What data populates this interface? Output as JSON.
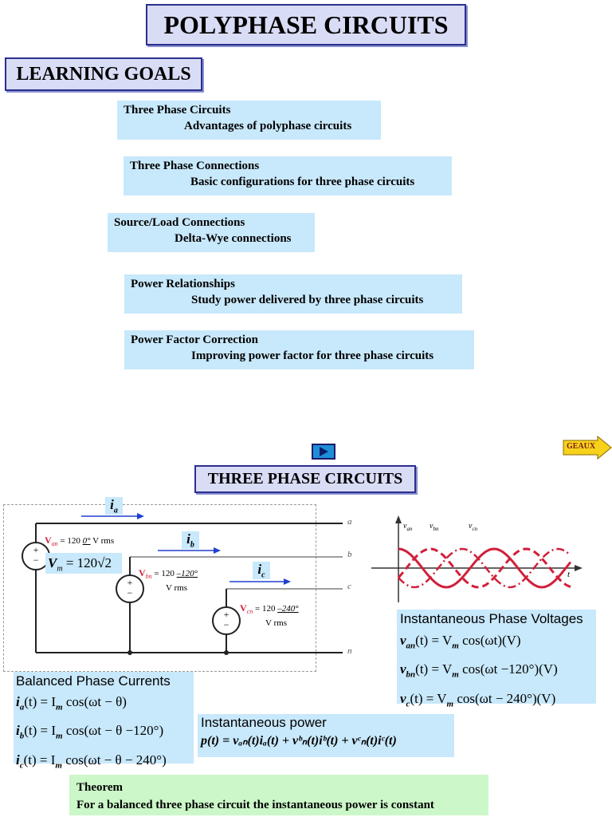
{
  "title": "POLYPHASE CIRCUITS",
  "learning_goals": {
    "heading": "LEARNING GOALS",
    "items": [
      {
        "title": "Three Phase Circuits",
        "sub": "Advantages of polyphase circuits"
      },
      {
        "title": "Three Phase Connections",
        "sub": "Basic configurations for three phase circuits"
      },
      {
        "title": "Source/Load Connections",
        "sub": "Delta-Wye connections"
      },
      {
        "title": "Power Relationships",
        "sub": "Study power delivered by three phase circuits"
      },
      {
        "title": "Power Factor Correction",
        "sub": "Improving power factor for three phase circuits"
      }
    ]
  },
  "geaux_label": "GEAUX",
  "section_title": "THREE PHASE CIRCUITS",
  "circuit": {
    "currents": {
      "a": "a",
      "b": "b",
      "c": "c"
    },
    "line_labels": {
      "a": "a",
      "b": "b",
      "c": "c",
      "n": "n"
    },
    "sources": {
      "van": {
        "sub": "an",
        "text": "= 120",
        "angle": "0°",
        "unit": "V rms"
      },
      "vbn": {
        "sub": "bn",
        "text": "= 120",
        "angle": "–120°",
        "unit": "V rms"
      },
      "vcn": {
        "sub": "cn",
        "text": "= 120",
        "angle": "–240°",
        "unit": "V rms"
      }
    },
    "vm_eq": "= 120√2"
  },
  "waveform": {
    "labels": {
      "van": "an",
      "vbn": "bn",
      "vcn": "cn",
      "t": "t"
    }
  },
  "voltages": {
    "heading": "Instantaneous Phase Voltages",
    "lines": [
      {
        "lhs": "v",
        "sub": "an",
        "rhs": "(t) = V",
        "msub": "m",
        "tail": " cos(ωt)(V)"
      },
      {
        "lhs": "v",
        "sub": "bn",
        "rhs": "(t) = V",
        "msub": "m",
        "tail": " cos(ωt −120°)(V)"
      },
      {
        "lhs": "v",
        "sub": "c",
        "rhs": "(t) = V",
        "msub": "m",
        "tail": " cos(ωt − 240°)(V)"
      }
    ]
  },
  "currents_box": {
    "heading": "Balanced Phase Currents",
    "lines": [
      {
        "lhs": "i",
        "sub": "a",
        "rhs": "(t) = I",
        "msub": "m",
        "tail": " cos(ωt − θ)"
      },
      {
        "lhs": "i",
        "sub": "b",
        "rhs": "(t) = I",
        "msub": "m",
        "tail": " cos(ωt − θ −120°)"
      },
      {
        "lhs": "i",
        "sub": "c",
        "rhs": "(t) = I",
        "msub": "m",
        "tail": " cos(ωt − θ − 240°)"
      }
    ]
  },
  "power": {
    "heading": "Instantaneous power",
    "equation": "p(t) = vₐₙ(t)iₐ(t) + vᵇₙ(t)iᵇ(t) + vᶜₙ(t)iᶜ(t)"
  },
  "theorem": {
    "title": "Theorem",
    "text": "For a balanced three phase circuit the instantaneous power is constant"
  },
  "colors": {
    "title_bg": "#d9dcf5",
    "goal_bg": "#c8e8fb",
    "theorem_bg": "#ccf7c8",
    "waveform": "#d0203a",
    "arrow_blue": "#2040d0"
  }
}
